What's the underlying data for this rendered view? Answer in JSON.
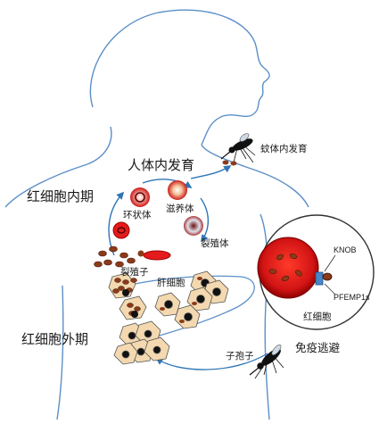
{
  "labels": {
    "human_development": "人体内发育",
    "mosquito_development": "蚊体内发育",
    "intra_erythrocytic": "红细胞内期",
    "extra_erythrocytic": "红细胞外期",
    "ring_form": "环状体",
    "trophozoite": "滋养体",
    "schizont": "裂殖体",
    "merozoite": "裂殖子",
    "hepatocyte": "肝细胞",
    "sporozoite": "子孢子",
    "immune_evasion": "免疫逃避",
    "knob": "KNOB",
    "pfemp1s": "PFEMP1s",
    "red_blood_cell": "红细胞"
  },
  "colors": {
    "outline_blue": "#5b8fc7",
    "arrow_blue": "#2e75b6",
    "rbc_red": "#e41a1c",
    "merozoite_brown": "#8b3a1a",
    "knob_blue": "#4a86c5"
  }
}
